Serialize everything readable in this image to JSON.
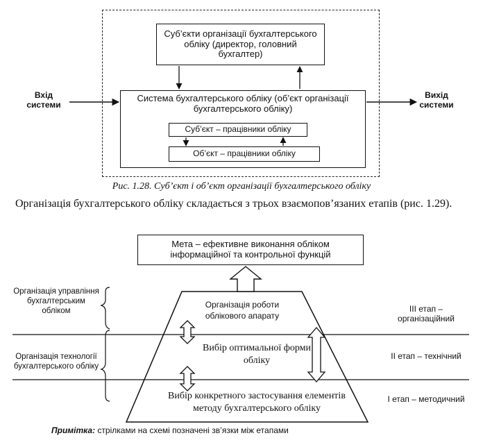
{
  "fig128": {
    "box_subjects": "Суб’єкти організації бухгалтерського обліку (директор, головний бухгалтер)",
    "box_system": "Система бухгалтерського обліку (об’єкт організації бухгалтерського обліку)",
    "box_subject_workers": "Суб’єкт – працівники обліку",
    "box_object_workers": "Об’єкт – працівники обліку",
    "input_label": "Вхід системи",
    "output_label": "Вихід системи",
    "caption": "Рис. 1.28. Суб’єкт і об’єкт організації бухгалтерського обліку"
  },
  "paragraph": "Організація бухгалтерського обліку складається з трьох взаємопов’язаних етапів (рис. 1.29).",
  "fig129": {
    "goal": "Мета – ефективне виконання обліком інформаційної та контрольної функцій",
    "level_top": "Організація роботи облікового апарату",
    "level_mid": "Вибір оптимальної форми обліку",
    "level_bottom": "Вибір конкретного застосування елементів методу бухгалтерського обліку",
    "left_top": "Організація управління бухгалтерським обліком",
    "left_bottom": "Організація технології бухгалтерського обліку",
    "stage3": "III етап – організаційний",
    "stage2": "II етап – технічний",
    "stage1": "I етап – методичний",
    "note_label": "Примітка:",
    "note_text": " стрілками на схемі позначені зв’язки між етапами"
  }
}
